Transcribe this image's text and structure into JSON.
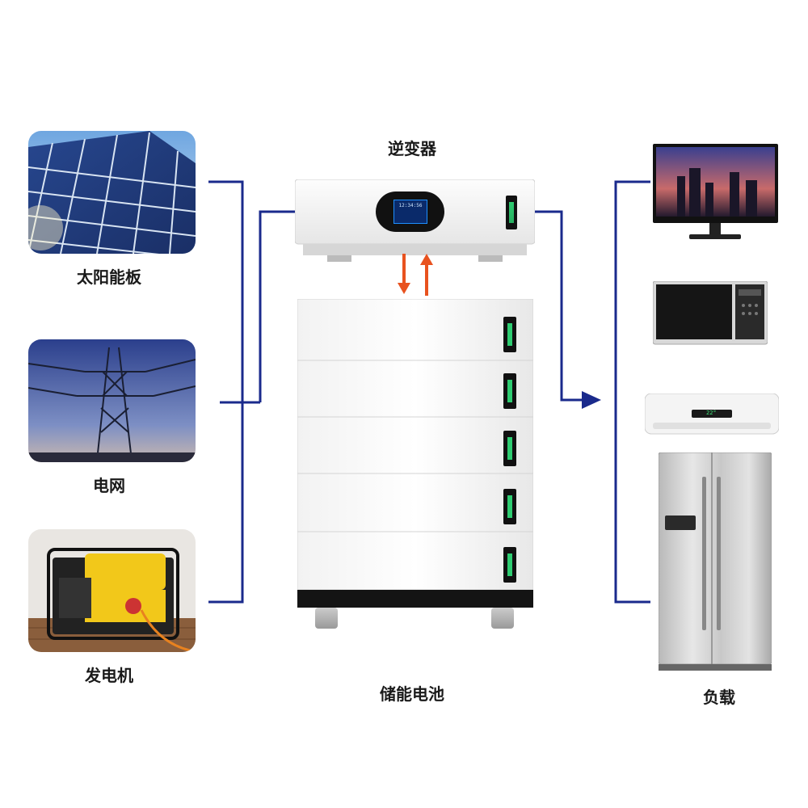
{
  "sources": {
    "solar_label": "太阳能板",
    "grid_label": "电网",
    "generator_label": "发电机"
  },
  "inverter": {
    "label": "逆变器",
    "screen_text": "12:34:56"
  },
  "battery": {
    "label": "储能电池",
    "module_count": 5
  },
  "loads": {
    "label": "负载",
    "ac_display": "22°"
  },
  "colors": {
    "connector_line": "#1a2a8c",
    "flow_arrow": "#e8521f",
    "screen_accent": "#1e90ff"
  }
}
